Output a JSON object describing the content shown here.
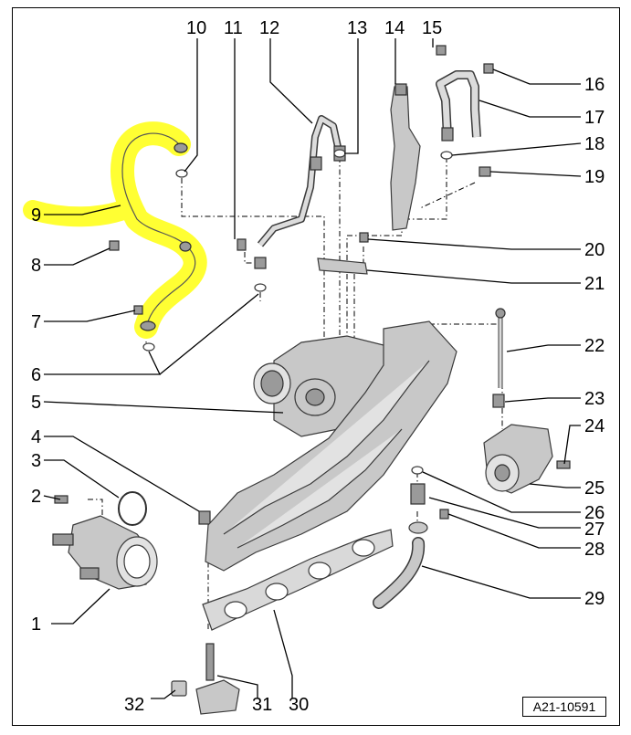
{
  "diagram": {
    "highlight_color": "#ffff33",
    "reference_code": "A21-10591",
    "callouts": [
      {
        "id": "1",
        "label": "1"
      },
      {
        "id": "2",
        "label": "2"
      },
      {
        "id": "3",
        "label": "3"
      },
      {
        "id": "4",
        "label": "4"
      },
      {
        "id": "5",
        "label": "5"
      },
      {
        "id": "6",
        "label": "6"
      },
      {
        "id": "7",
        "label": "7"
      },
      {
        "id": "8",
        "label": "8"
      },
      {
        "id": "9",
        "label": "9"
      },
      {
        "id": "10",
        "label": "10"
      },
      {
        "id": "11",
        "label": "11"
      },
      {
        "id": "12",
        "label": "12"
      },
      {
        "id": "13",
        "label": "13"
      },
      {
        "id": "14",
        "label": "14"
      },
      {
        "id": "15",
        "label": "15"
      },
      {
        "id": "16",
        "label": "16"
      },
      {
        "id": "17",
        "label": "17"
      },
      {
        "id": "18",
        "label": "18"
      },
      {
        "id": "19",
        "label": "19"
      },
      {
        "id": "20",
        "label": "20"
      },
      {
        "id": "21",
        "label": "21"
      },
      {
        "id": "22",
        "label": "22"
      },
      {
        "id": "23",
        "label": "23"
      },
      {
        "id": "24",
        "label": "24"
      },
      {
        "id": "25",
        "label": "25"
      },
      {
        "id": "26",
        "label": "26"
      },
      {
        "id": "27",
        "label": "27"
      },
      {
        "id": "28",
        "label": "28"
      },
      {
        "id": "29",
        "label": "29"
      },
      {
        "id": "30",
        "label": "30"
      },
      {
        "id": "31",
        "label": "31"
      },
      {
        "id": "32",
        "label": "32"
      }
    ]
  }
}
